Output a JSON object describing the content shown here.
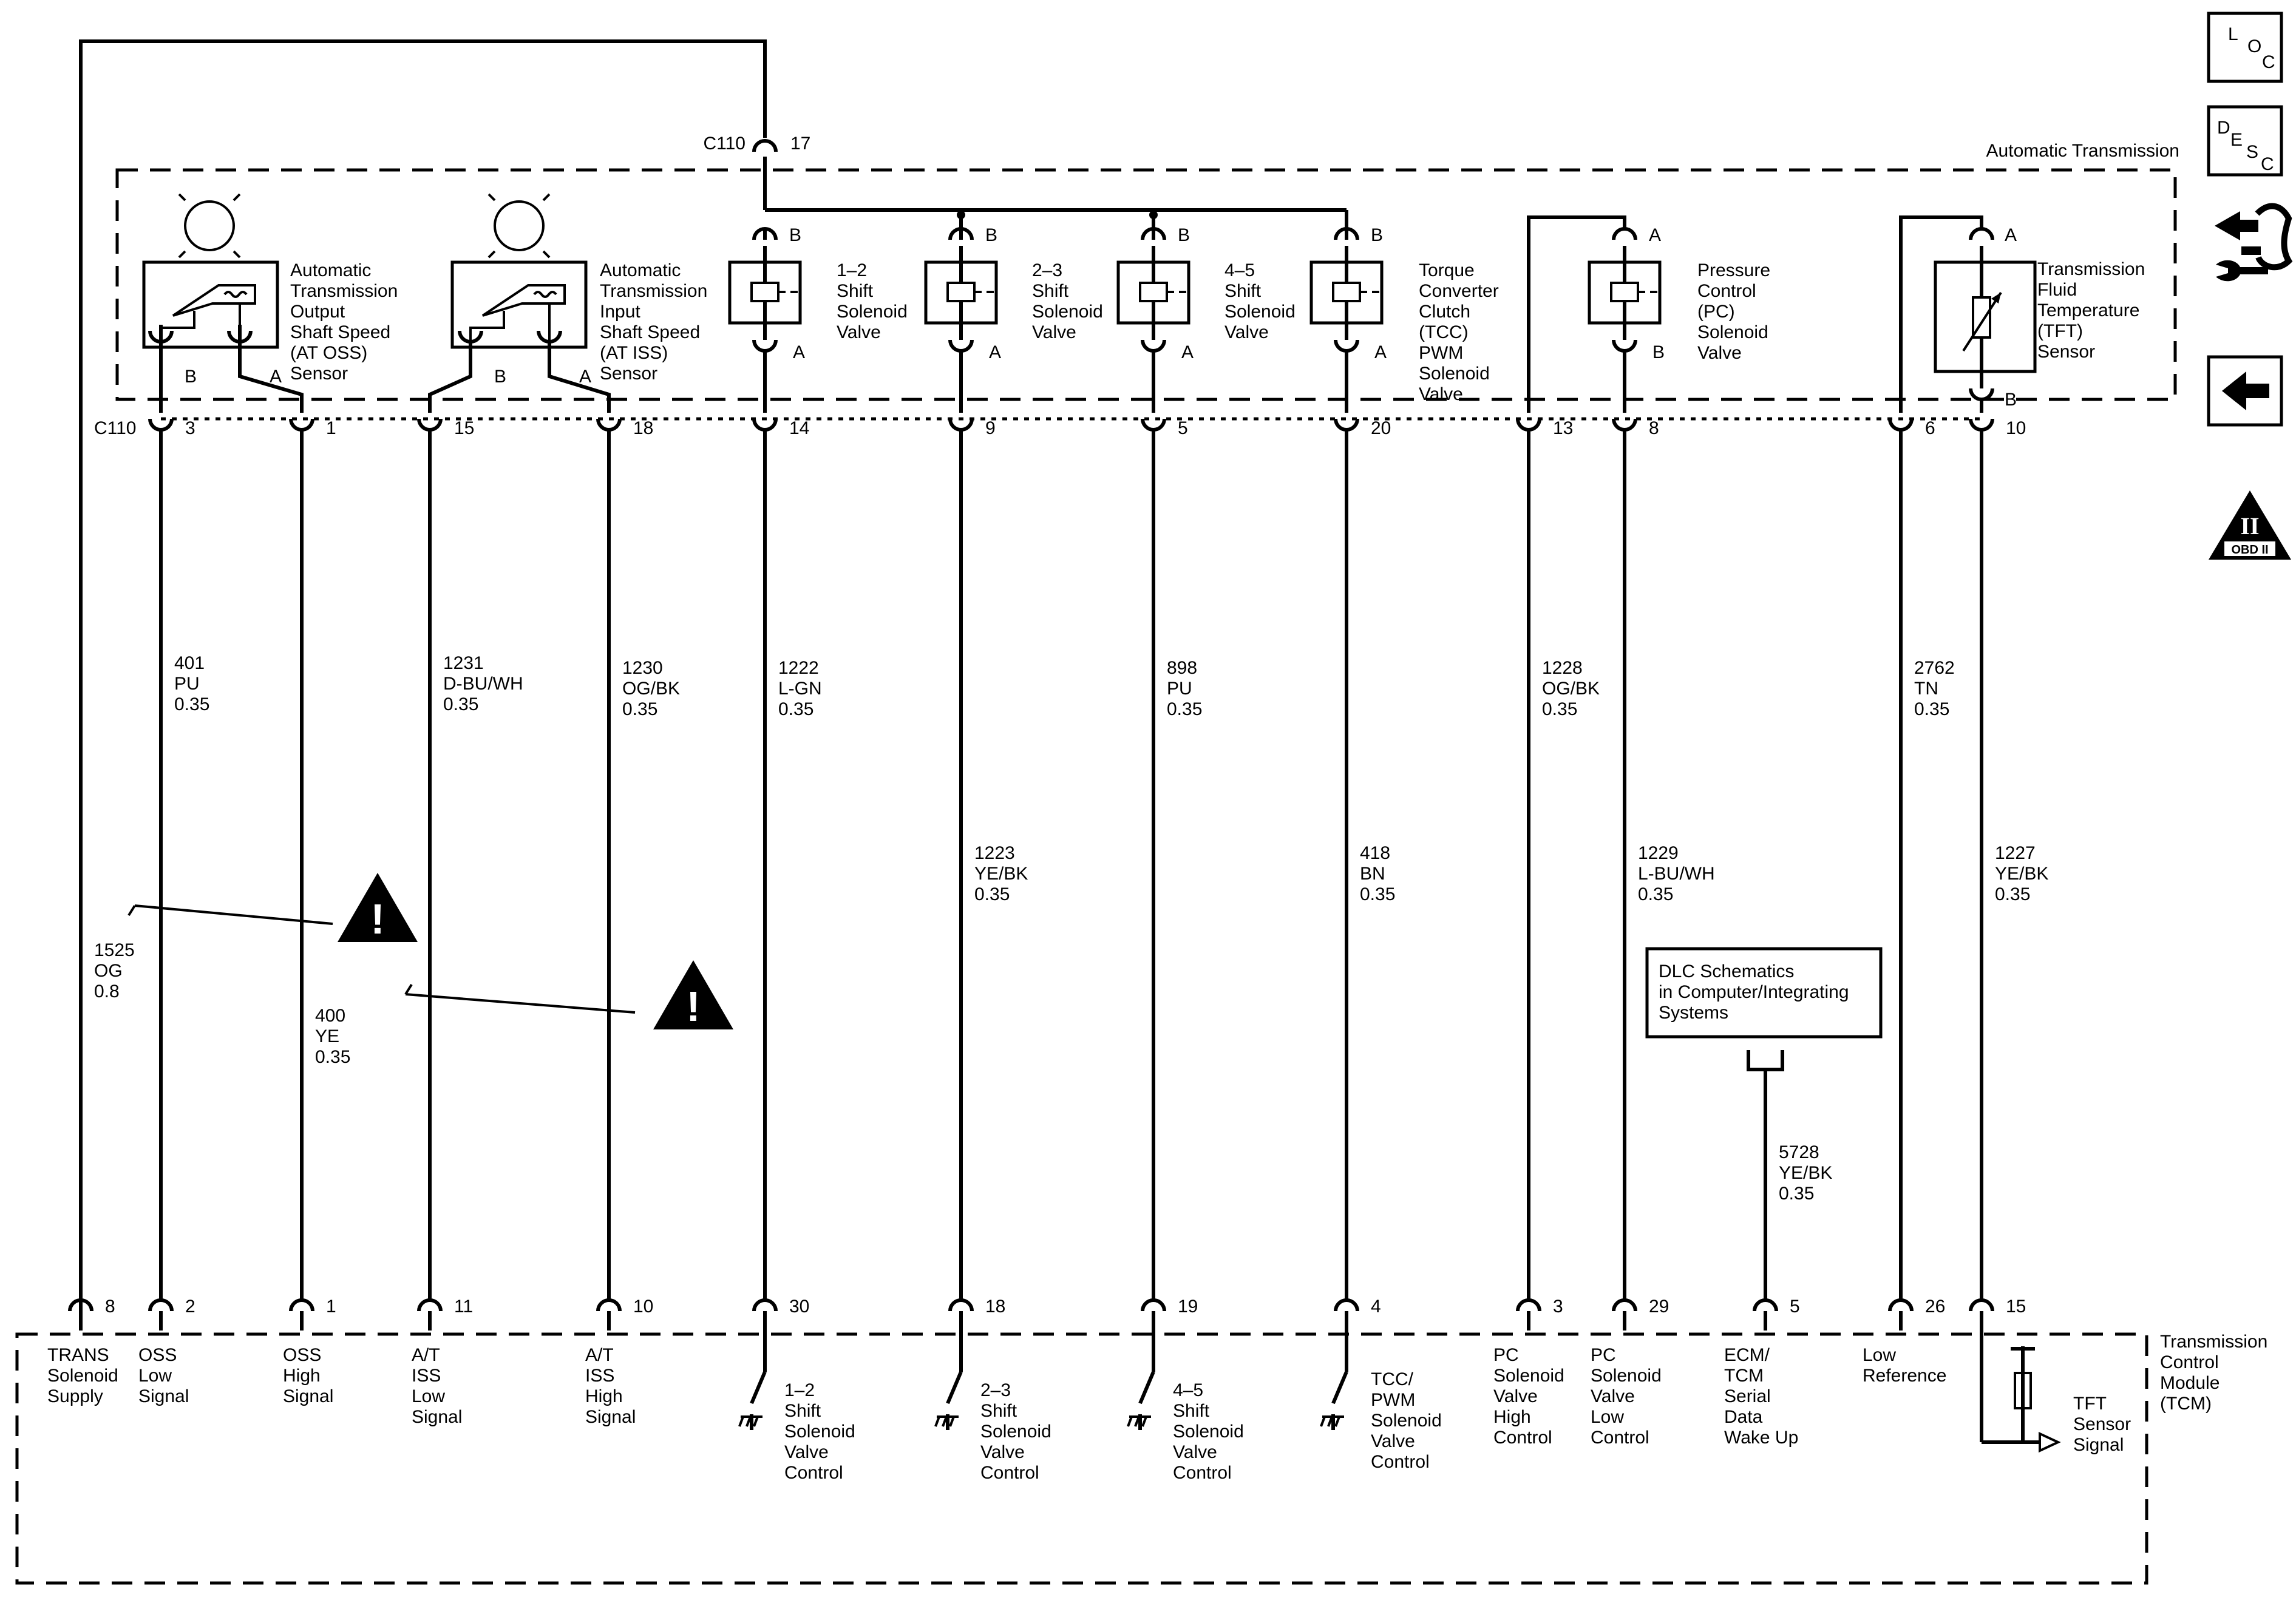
{
  "harness": {
    "connector": "C110",
    "top_pin": "17",
    "region_label": "Automatic Transmission"
  },
  "components": {
    "oss": {
      "lines": [
        "Automatic",
        "Transmission",
        "Output",
        "Shaft Speed",
        "(AT OSS)",
        "Sensor"
      ],
      "pin_b": "B",
      "pin_a": "A"
    },
    "iss": {
      "lines": [
        "Automatic",
        "Transmission",
        "Input",
        "Shaft Speed",
        "(AT ISS)",
        "Sensor"
      ],
      "pin_b": "B",
      "pin_a": "A"
    },
    "shift12": {
      "lines": [
        "1–2",
        "Shift",
        "Solenoid",
        "Valve"
      ],
      "pin_top": "B",
      "pin_bot": "A"
    },
    "shift23": {
      "lines": [
        "2–3",
        "Shift",
        "Solenoid",
        "Valve"
      ],
      "pin_top": "B",
      "pin_bot": "A"
    },
    "shift45": {
      "lines": [
        "4–5",
        "Shift",
        "Solenoid",
        "Valve"
      ],
      "pin_top": "B",
      "pin_bot": "A"
    },
    "tcc": {
      "lines": [
        "Torque",
        "Converter",
        "Clutch",
        "(TCC)",
        "PWM",
        "Solenoid",
        "Valve"
      ],
      "pin_top": "B",
      "pin_bot": "A"
    },
    "pc": {
      "lines": [
        "Pressure",
        "Control",
        "(PC)",
        "Solenoid",
        "Valve"
      ],
      "pin_top": "A",
      "pin_bot": "B"
    },
    "tft": {
      "lines": [
        "Transmission",
        "Fluid",
        "Temperature",
        "(TFT)",
        "Sensor"
      ],
      "pin_top": "A",
      "pin_bot": "B"
    }
  },
  "c110_pins": [
    "3",
    "1",
    "15",
    "18",
    "14",
    "9",
    "5",
    "20",
    "13",
    "8",
    "6",
    "10"
  ],
  "wires": [
    {
      "circuit": "1525",
      "color": "OG",
      "size": "0.8"
    },
    {
      "circuit": "401",
      "color": "PU",
      "size": "0.35"
    },
    {
      "circuit": "400",
      "color": "YE",
      "size": "0.35"
    },
    {
      "circuit": "1231",
      "color": "D-BU/WH",
      "size": "0.35"
    },
    {
      "circuit": "1230",
      "color": "OG/BK",
      "size": "0.35"
    },
    {
      "circuit": "1222",
      "color": "L-GN",
      "size": "0.35"
    },
    {
      "circuit": "1223",
      "color": "YE/BK",
      "size": "0.35"
    },
    {
      "circuit": "898",
      "color": "PU",
      "size": "0.35"
    },
    {
      "circuit": "418",
      "color": "BN",
      "size": "0.35"
    },
    {
      "circuit": "1228",
      "color": "OG/BK",
      "size": "0.35"
    },
    {
      "circuit": "1229",
      "color": "L-BU/WH",
      "size": "0.35"
    },
    {
      "circuit": "2762",
      "color": "TN",
      "size": "0.35"
    },
    {
      "circuit": "1227",
      "color": "YE/BK",
      "size": "0.35"
    },
    {
      "circuit": "5728",
      "color": "YE/BK",
      "size": "0.35"
    }
  ],
  "dlc_box": [
    "DLC Schematics",
    "in Computer/Integrating",
    "Systems"
  ],
  "tcm": {
    "title": [
      "Transmission",
      "Control",
      "Module",
      "(TCM)"
    ],
    "pins": [
      "8",
      "2",
      "1",
      "11",
      "10",
      "30",
      "18",
      "19",
      "4",
      "3",
      "29",
      "5",
      "26",
      "15"
    ],
    "labels": [
      [
        "TRANS",
        "Solenoid",
        "Supply"
      ],
      [
        "OSS",
        "Low",
        "Signal"
      ],
      [
        "OSS",
        "High",
        "Signal"
      ],
      [
        "A/T",
        "ISS",
        "Low",
        "Signal"
      ],
      [
        "A/T",
        "ISS",
        "High",
        "Signal"
      ],
      [
        "1–2",
        "Shift",
        "Solenoid",
        "Valve",
        "Control"
      ],
      [
        "2–3",
        "Shift",
        "Solenoid",
        "Valve",
        "Control"
      ],
      [
        "4–5",
        "Shift",
        "Solenoid",
        "Valve",
        "Control"
      ],
      [
        "TCC/",
        "PWM",
        "Solenoid",
        "Valve",
        "Control"
      ],
      [
        "PC",
        "Solenoid",
        "Valve",
        "High",
        "Control"
      ],
      [
        "PC",
        "Solenoid",
        "Valve",
        "Low",
        "Control"
      ],
      [
        "ECM/",
        "TCM",
        "Serial",
        "Data",
        "Wake Up"
      ],
      [
        "Low",
        "Reference"
      ],
      [
        "TFT",
        "Sensor",
        "Signal"
      ]
    ]
  },
  "nav": {
    "loc": [
      "L",
      "O",
      "C"
    ],
    "desc": [
      "D",
      "E",
      "S",
      "C"
    ],
    "obd_roman": "II",
    "obd_label": "OBD II",
    "icons": [
      "loc-button-icon",
      "desc-button-icon",
      "connector-wrench-icon",
      "back-arrow-icon",
      "obd-ii-warning-icon"
    ]
  }
}
